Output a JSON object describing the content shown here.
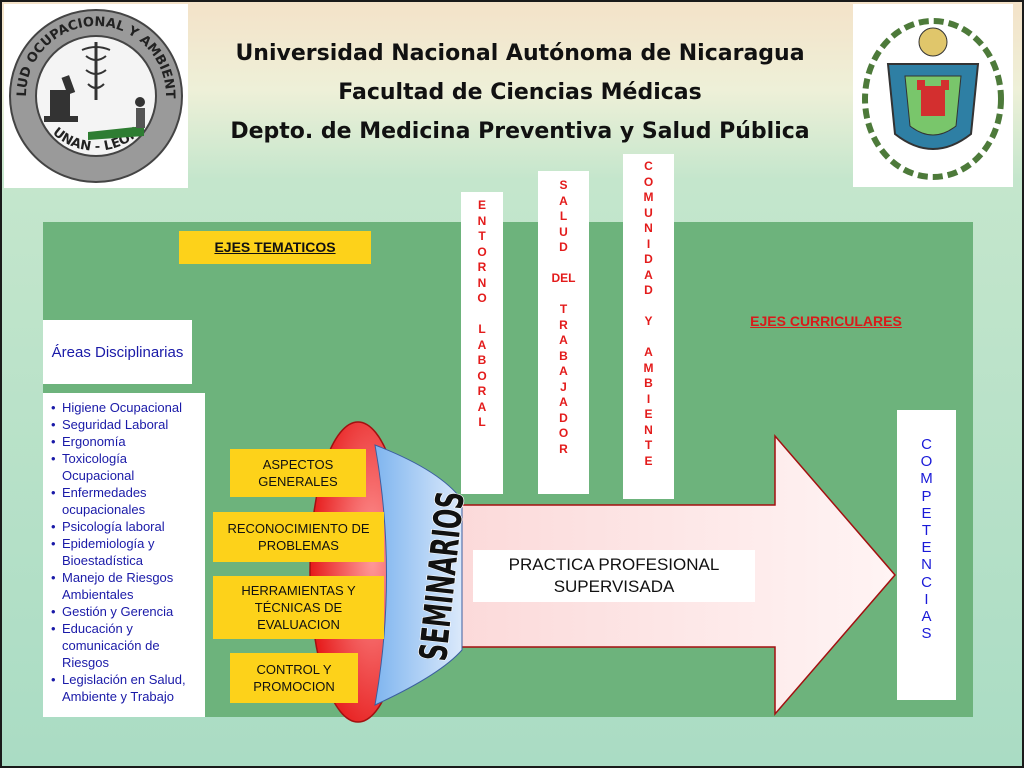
{
  "header": {
    "line1": "Universidad Nacional Autónoma de Nicaragua",
    "line2": "Facultad de Ciencias Médicas",
    "line3": "Depto. de Medicina Preventiva y Salud Pública"
  },
  "logo_left": {
    "ring_text_top": "SALUD OCUPACIONAL Y AMBIENTAL",
    "ring_text_bottom": "UNAN - LEON"
  },
  "ejes_tematicos": "EJES TEMATICOS",
  "ejes_curriculares": "EJES CURRICULARES",
  "areas_title": "Áreas Disciplinarias",
  "areas_list": [
    "Higiene Ocupacional",
    "Seguridad Laboral",
    "Ergonomía",
    "Toxicología Ocupacional",
    "Enfermedades ocupacionales",
    "Psicología laboral",
    "Epidemiología y Bioestadística",
    "Manejo de Riesgos Ambientales",
    "Gestión y Gerencia",
    "Educación y comunicación de Riesgos",
    "Legislación en Salud, Ambiente y Trabajo"
  ],
  "vertical_labels": {
    "entorno": "E\nN\nT\nO\nR\nN\nO\n\nL\nA\nB\nO\nR\nA\nL",
    "salud": "S\nA\nL\nU\nD\n\nDEL\n\nT\nR\nA\nB\nA\nJ\nA\nD\nO\nR",
    "comunidad": "C\nO\nM\nU\nN\nI\nD\nA\nD\n\nY\n\nA\nM\nB\nI\nE\nN\nT\nE",
    "competencias": "C\nO\nM\nP\nE\nT\nE\nN\nC\nI\nA\nS"
  },
  "seminar_boxes": [
    "ASPECTOS GENERALES",
    "RECONOCIMIENTO DE PROBLEMAS",
    "HERRAMIENTAS Y TÉCNICAS DE EVALUACION",
    "CONTROL Y PROMOCION"
  ],
  "seminarios": "SEMINARIOS",
  "practica": "PRACTICA PROFESIONAL SUPERVISADA",
  "colors": {
    "panel_green": "#6db37c",
    "yellow": "#fdd21a",
    "red_text": "#e31b1b",
    "blue_text": "#1a1aa8",
    "arrow_pink": "#fde0e0"
  }
}
